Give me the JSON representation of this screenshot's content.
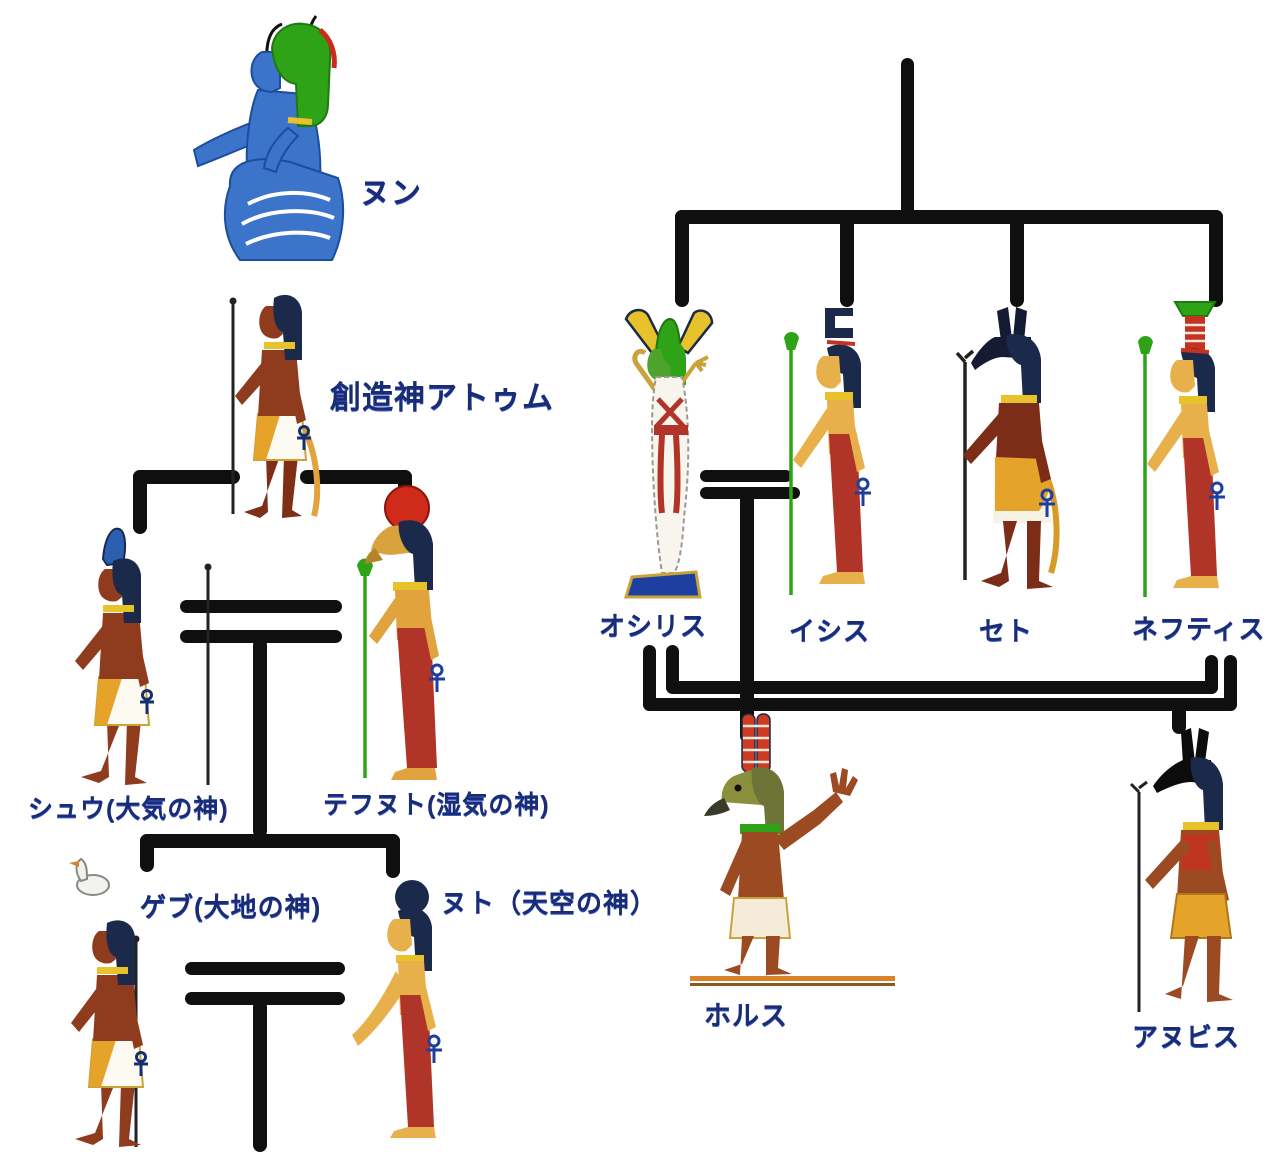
{
  "diagram": {
    "nodes": {
      "nun": {
        "label": "ヌン"
      },
      "atum": {
        "label": "創造神アトゥム"
      },
      "shu": {
        "label": "シュウ(大気の神)"
      },
      "tefnut": {
        "label": "テフヌト(湿気の神)"
      },
      "geb": {
        "label": "ゲブ(大地の神)"
      },
      "nut": {
        "label": "ヌト（天空の神）"
      },
      "osiris": {
        "label": "オシリス"
      },
      "isis": {
        "label": "イシス"
      },
      "set": {
        "label": "セト"
      },
      "nephthys": {
        "label": "ネフティス"
      },
      "horus": {
        "label": "ホルス"
      },
      "anubis": {
        "label": "アヌビス"
      }
    },
    "colors": {
      "line": "#0f0f0f",
      "label_text": "#1a2d74",
      "background": "#ffffff",
      "wig_navy": "#1b2a4a",
      "skin_male": "#8e3b1e",
      "skin_female": "#e8b04a",
      "dress_red": "#b03427",
      "kilt_gold": "#e5a32a",
      "green": "#2fa318",
      "nun_blue": "#3b74c9",
      "ankh_blue": "#1d3fa0",
      "horus_base_orange": "#d9822b"
    }
  }
}
